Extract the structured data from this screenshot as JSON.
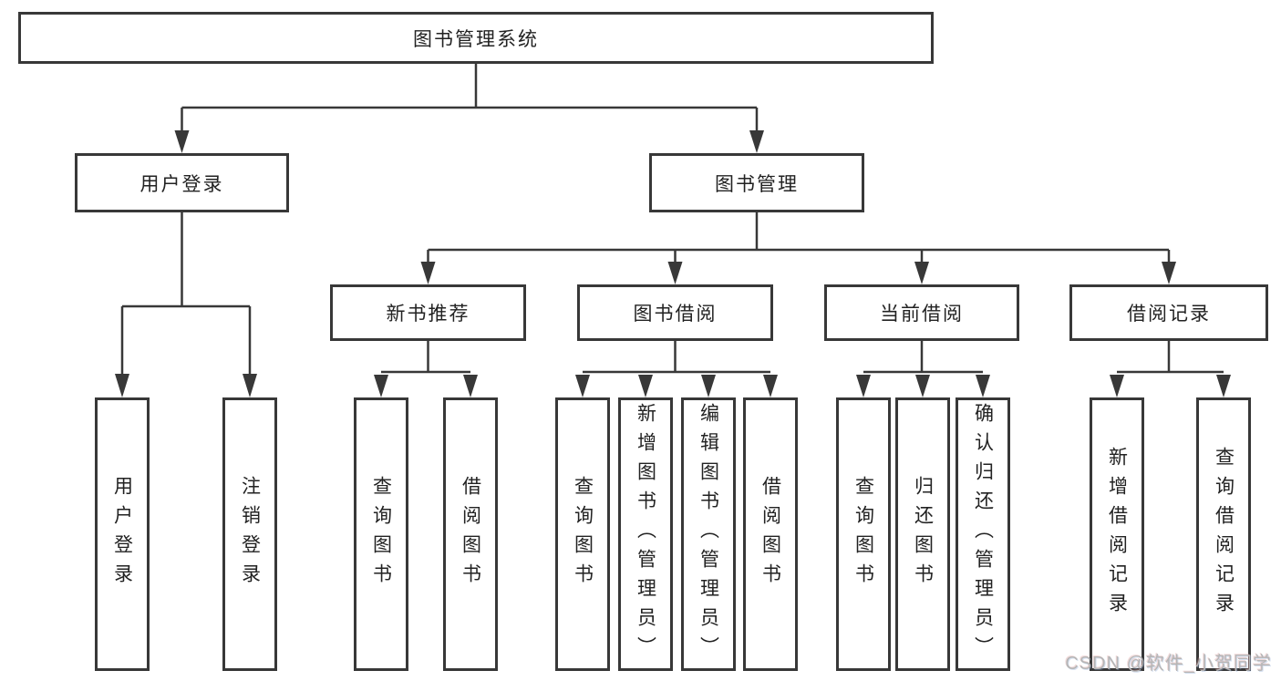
{
  "diagram": {
    "type": "tree",
    "root": {
      "label": "图书管理系统",
      "children": [
        {
          "label": "用户登录",
          "children": [
            {
              "label": "用户登录"
            },
            {
              "label": "注销登录"
            }
          ]
        },
        {
          "label": "图书管理",
          "children": [
            {
              "label": "新书推荐",
              "children": [
                {
                  "label": "查询图书"
                },
                {
                  "label": "借阅图书"
                }
              ]
            },
            {
              "label": "图书借阅",
              "children": [
                {
                  "label": "查询图书"
                },
                {
                  "label": "新增图书（管理员）"
                },
                {
                  "label": "编辑图书（管理员）"
                },
                {
                  "label": "借阅图书"
                }
              ]
            },
            {
              "label": "当前借阅",
              "children": [
                {
                  "label": "查询图书"
                },
                {
                  "label": "归还图书"
                },
                {
                  "label": "确认归还（管理员）"
                }
              ]
            },
            {
              "label": "借阅记录",
              "children": [
                {
                  "label": "新增借阅记录"
                },
                {
                  "label": "查询借阅记录"
                }
              ]
            }
          ]
        }
      ]
    }
  },
  "watermark": {
    "text": "CSDN @软件_小贺同学"
  },
  "colors": {
    "background": "#ffffff",
    "line": "#383838",
    "box_border": "#383838",
    "text": "#222222",
    "watermark": "#b6b6b6"
  }
}
